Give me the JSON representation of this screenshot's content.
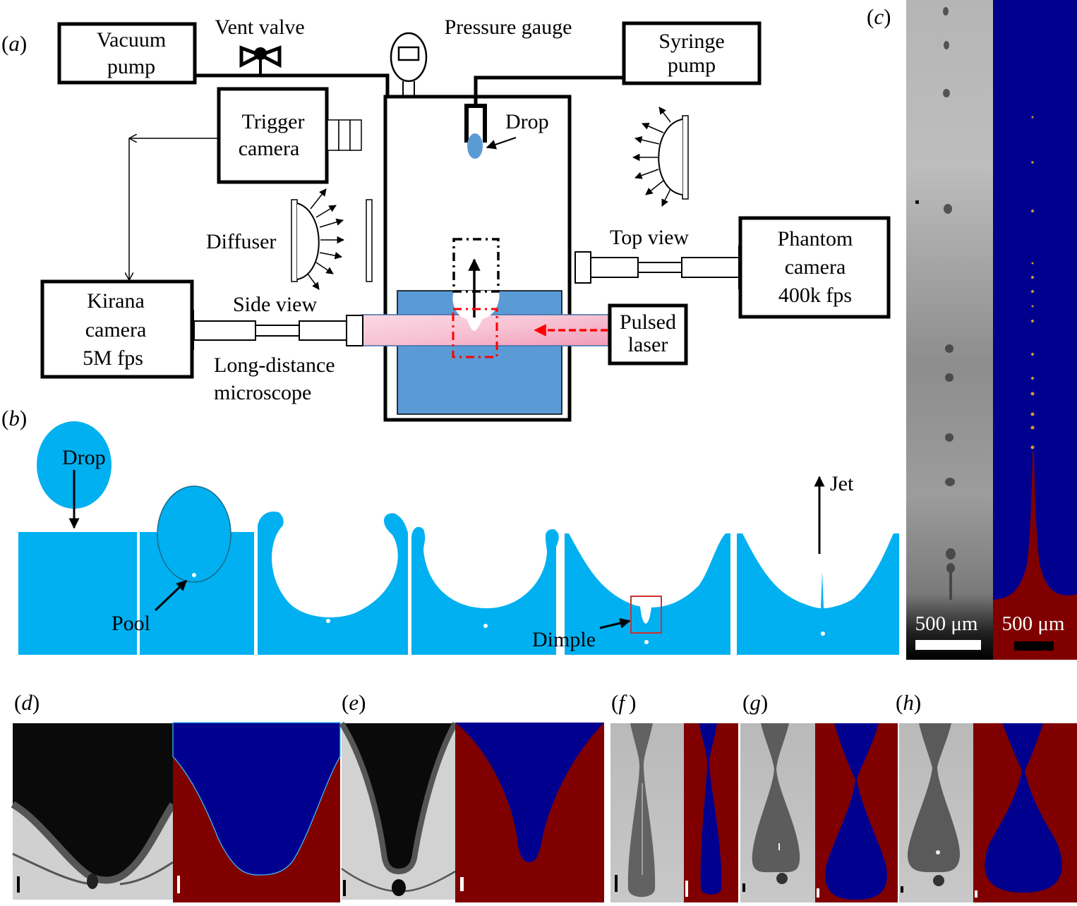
{
  "figure": {
    "panels": {
      "a": "(a)",
      "b": "(b)",
      "c": "(c)",
      "d": "(d)",
      "e": "(e)",
      "f": "(f)",
      "g": "(g)",
      "h": "(h)"
    },
    "panel_letters": {
      "a": "a",
      "b": "b",
      "c": "c",
      "d": "d",
      "e": "e",
      "f": "f",
      "g": "g",
      "h": "h"
    },
    "setup": {
      "vacuum_pump": [
        "Vacuum",
        "pump"
      ],
      "vent_valve": "Vent valve",
      "pressure_gauge": "Pressure gauge",
      "syringe_pump": [
        "Syringe",
        "pump"
      ],
      "trigger_camera": [
        "Trigger",
        "camera"
      ],
      "drop": "Drop",
      "diffuser": "Diffuser",
      "top_view": "Top view",
      "phantom_camera": [
        "Phantom",
        "camera",
        "400k fps"
      ],
      "kirana_camera": [
        "Kirana",
        "camera",
        "5M fps"
      ],
      "side_view": "Side view",
      "pulsed_laser": [
        "Pulsed",
        "laser"
      ],
      "microscope": [
        "Long-distance",
        "microscope"
      ]
    },
    "sequence": {
      "drop": "Drop",
      "pool": "Pool",
      "dimple": "Dimple",
      "jet": "Jet"
    },
    "scale_bars": {
      "c_left": "500 μm",
      "c_right": "500 μm"
    },
    "colors": {
      "water_diagram": "#5b9bd5",
      "water_sim": "#00b0f0",
      "laser": "#f4a6c0",
      "sim_blue": "#00008f",
      "sim_red": "#800000",
      "dimple_box": "#d03030",
      "laser_arrow": "#ff0000"
    }
  }
}
